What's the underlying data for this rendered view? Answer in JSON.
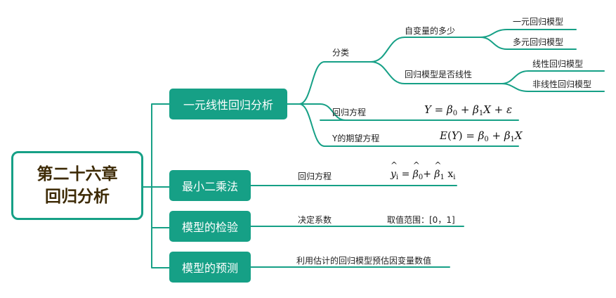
{
  "root": {
    "line1": "第二十六章",
    "line2": "回归分析"
  },
  "branches": [
    {
      "label": "一元线性回归分析",
      "children": [
        {
          "label": "分类",
          "children": [
            {
              "label": "自变量的多少",
              "children": [
                "一元回归模型",
                "多元回归模型"
              ]
            },
            {
              "label": "回归模型是否线性",
              "children": [
                "线性回归模型",
                "非线性回归模型"
              ]
            }
          ]
        },
        {
          "label": "回归方程",
          "formula": "Y = β0 + β1X + ε"
        },
        {
          "label": "Y的期望方程",
          "formula": "E(Y) = β0 + β1X"
        }
      ]
    },
    {
      "label": "最小二乘法",
      "children": [
        {
          "label": "回归方程",
          "formula": "ŷi = β̂0 + β̂1 xi"
        }
      ]
    },
    {
      "label": "模型的检验",
      "children": [
        {
          "label": "决定系数",
          "value": "取值范围：[0，1]"
        }
      ]
    },
    {
      "label": "模型的预测",
      "children": [
        {
          "label": "利用估计的回归模型预估因变量数值"
        }
      ]
    }
  ],
  "colors": {
    "accent": "#16a086",
    "root_text": "#3d2a05"
  }
}
